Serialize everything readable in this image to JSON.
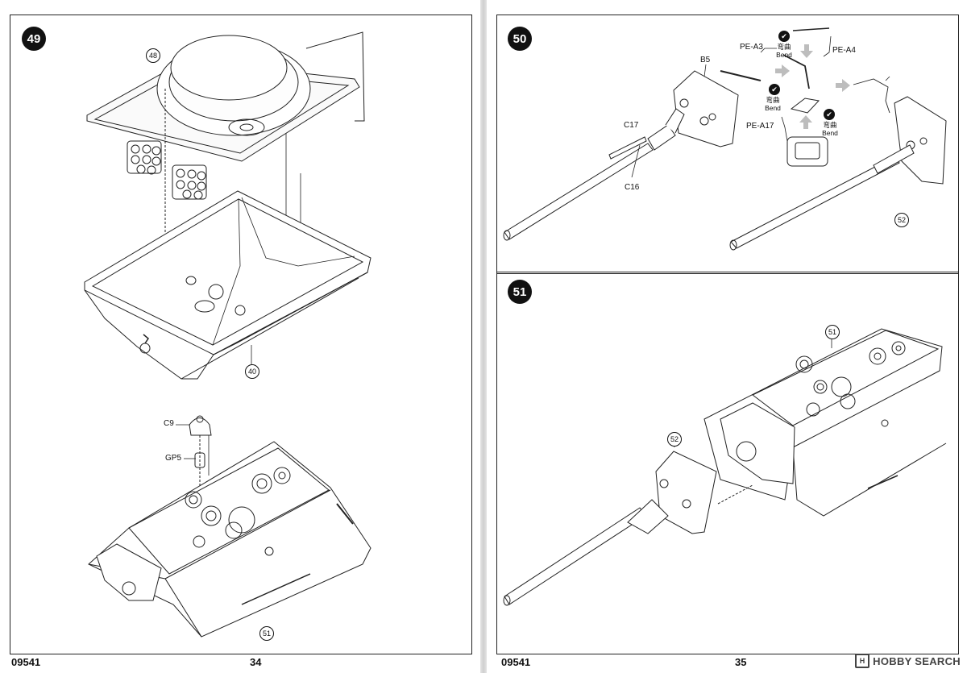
{
  "left_page": {
    "step": {
      "number": "49"
    },
    "labels": {
      "part_48": "48",
      "part_40": "40",
      "part_c9": "C9",
      "part_gp5": "GP5",
      "part_51": "51"
    },
    "footer": {
      "code": "09541",
      "page": "34"
    }
  },
  "right_page": {
    "step_50": {
      "number": "50",
      "labels": {
        "b5": "B5",
        "pe_a3": "PE-A3",
        "pe_a4": "PE-A4",
        "pe_a17": "PE-A17",
        "c17": "C17",
        "c16": "C16",
        "part_52": "52"
      },
      "bend_notes": [
        {
          "zh": "弯曲",
          "en": "Bend"
        },
        {
          "zh": "弯曲",
          "en": "Bend"
        },
        {
          "zh": "弯曲",
          "en": "Bend"
        }
      ]
    },
    "step_51": {
      "number": "51",
      "labels": {
        "part_51": "51",
        "part_52": "52"
      }
    },
    "footer": {
      "code": "09541",
      "page": "35"
    }
  },
  "watermark": {
    "brand": "HOBBY SEARCH"
  }
}
